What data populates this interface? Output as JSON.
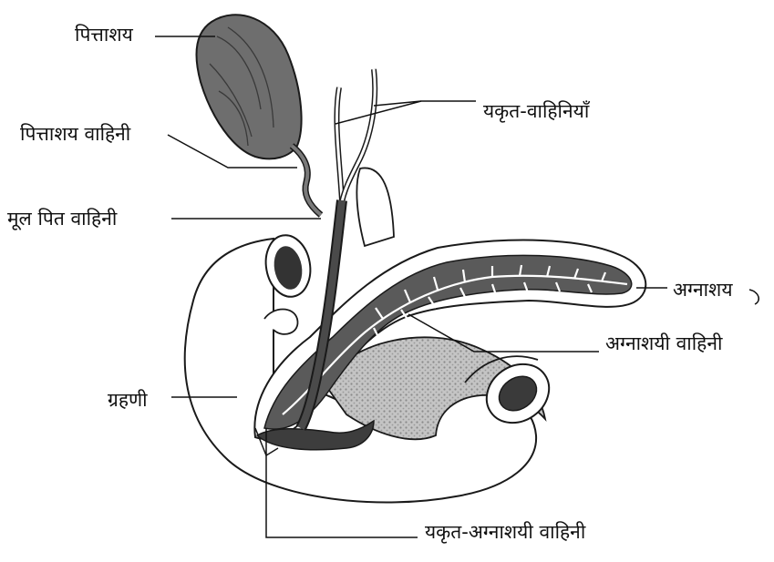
{
  "labels": {
    "gallbladder": "पित्ताशय",
    "hepatic_ducts": "यकृत-वाहिनियाँ",
    "cystic_duct": "पित्ताशय वाहिनी",
    "common_bile_duct": "मूल पित वाहिनी",
    "pancreas": "अग्नाशय",
    "pancreatic_duct": "अग्नाशयी वाहिनी",
    "duodenum": "ग्रहणी",
    "hepatopancreatic_duct": "यकृत-अग्नाशयी वाहिनी"
  },
  "colors": {
    "outline": "#1a1a1a",
    "organ_dark": "#555555",
    "gallbladder_fill": "#6e6e6e",
    "stomach_shade": "#b9b9b9",
    "background": "#ffffff"
  }
}
